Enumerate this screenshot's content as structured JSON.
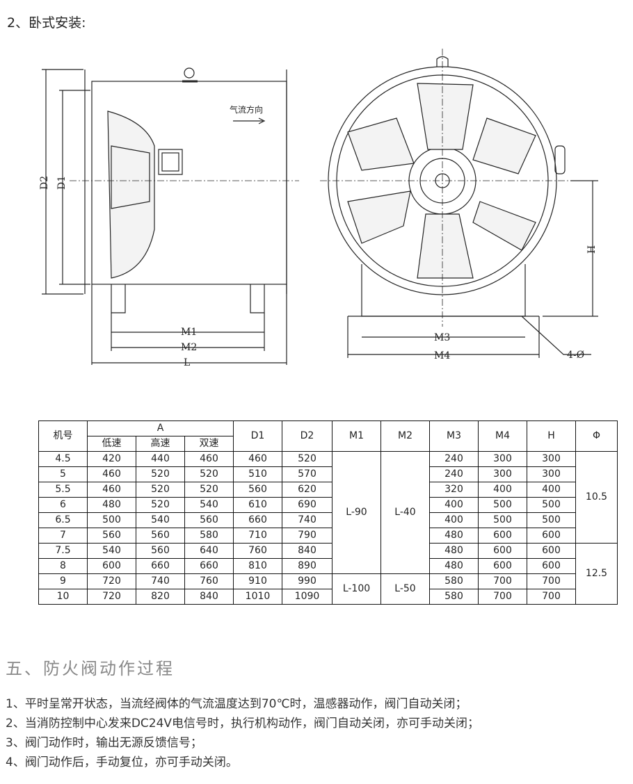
{
  "section_title": "2、卧式安装:",
  "drawing": {
    "airflow": "气流方向",
    "labels": {
      "D2": "D2",
      "D1": "D1",
      "M1": "M1",
      "M2": "M2",
      "L": "L",
      "M3": "M3",
      "M4": "M4",
      "H": "H",
      "holes": "4-Ø"
    }
  },
  "table": {
    "headers": {
      "model": "机号",
      "A": "A",
      "A_sub": [
        "低速",
        "高速",
        "双速"
      ],
      "D1": "D1",
      "D2": "D2",
      "M1": "M1",
      "M2": "M2",
      "M3": "M3",
      "M4": "M4",
      "H": "H",
      "phi": "Φ"
    },
    "rows": [
      [
        "4.5",
        "420",
        "440",
        "460",
        "460",
        "520",
        "240",
        "300",
        "300"
      ],
      [
        "5",
        "460",
        "520",
        "520",
        "510",
        "570",
        "240",
        "300",
        "300"
      ],
      [
        "5.5",
        "460",
        "520",
        "520",
        "560",
        "620",
        "320",
        "400",
        "400"
      ],
      [
        "6",
        "480",
        "520",
        "540",
        "610",
        "690",
        "400",
        "500",
        "500"
      ],
      [
        "6.5",
        "500",
        "540",
        "560",
        "660",
        "740",
        "400",
        "500",
        "500"
      ],
      [
        "7",
        "560",
        "560",
        "580",
        "710",
        "790",
        "480",
        "600",
        "600"
      ],
      [
        "7.5",
        "540",
        "560",
        "640",
        "760",
        "840",
        "480",
        "600",
        "600"
      ],
      [
        "8",
        "600",
        "660",
        "660",
        "810",
        "890",
        "480",
        "600",
        "600"
      ],
      [
        "9",
        "720",
        "740",
        "760",
        "910",
        "990",
        "580",
        "700",
        "700"
      ],
      [
        "10",
        "720",
        "820",
        "840",
        "1010",
        "1090",
        "580",
        "700",
        "700"
      ]
    ],
    "merged": {
      "M1_a": "L-90",
      "M2_a": "L-40",
      "M1_b": "L-100",
      "M2_b": "L-50",
      "phi_a": "10.5",
      "phi_b": "12.5"
    }
  },
  "section5": {
    "title": "五、防火阀动作过程",
    "items": [
      "1、平时呈常开状态，当流经阀体的气流温度达到70℃时，温感器动作，阀门自动关闭；",
      "2、当消防控制中心发来DC24V电信号时，执行机构动作，阀门自动关闭，亦可手动关闭；",
      "3、阀门动作时，输出无源反馈信号；",
      "4、阀门动作后，手动复位，亦可手动关闭。"
    ]
  }
}
